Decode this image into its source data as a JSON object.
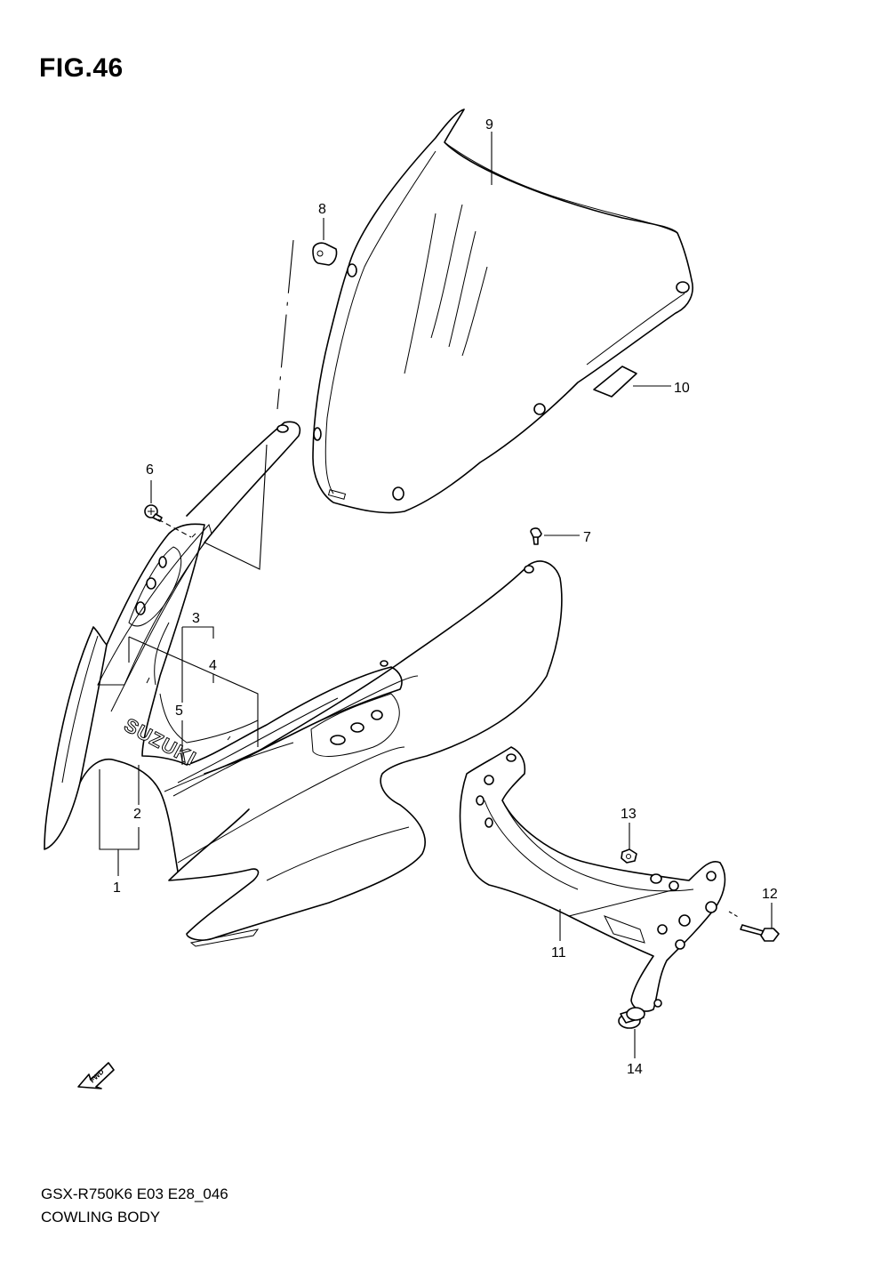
{
  "figure": {
    "title": "FIG.46",
    "model_code": "GSX-R750K6 E03 E28_046",
    "section_name": "COWLING BODY"
  },
  "callouts": [
    "1",
    "2",
    "3",
    "4",
    "5",
    "6",
    "7",
    "8",
    "9",
    "10",
    "11",
    "12",
    "13",
    "14"
  ],
  "logo_text": "SUZUKI",
  "fwd_text": "FWD"
}
